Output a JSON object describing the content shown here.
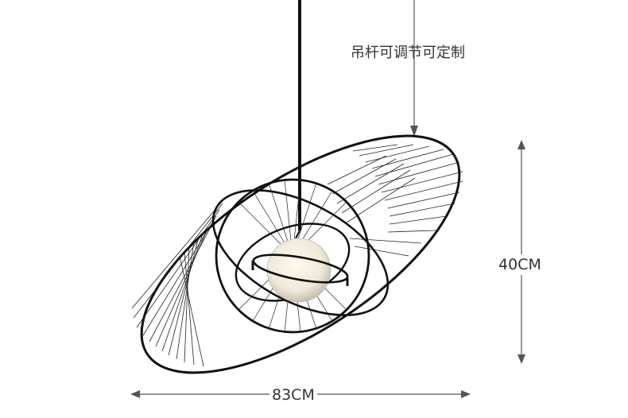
{
  "labels": {
    "rod_note": "吊杆可调节可定制",
    "height": "40CM",
    "width": "83CM"
  },
  "colors": {
    "background": "#ffffff",
    "lamp_frame": "#111111",
    "dimension_lines": "#555555",
    "glass_globe": "#f3eee4"
  }
}
